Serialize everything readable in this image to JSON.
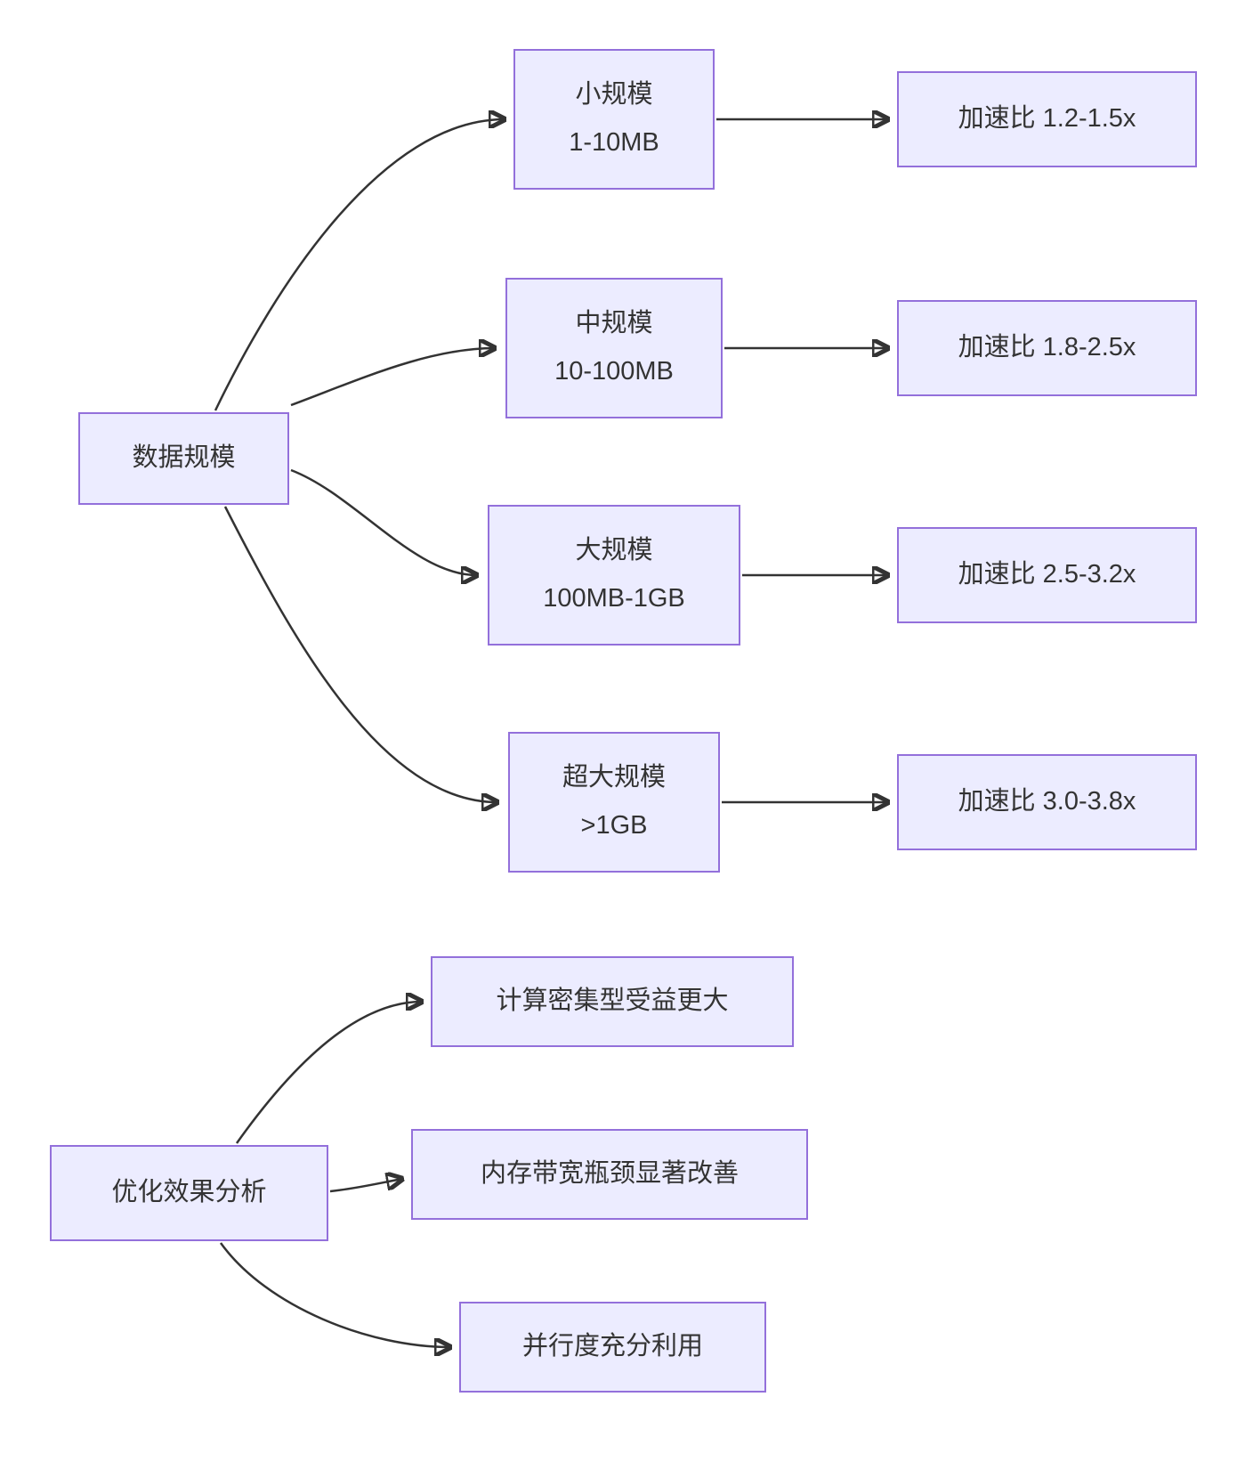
{
  "style": {
    "node_fill": "#ECECFF",
    "node_border": "#9370DB",
    "edge_color": "#333333",
    "text_color": "#333333",
    "background": "#ffffff"
  },
  "diagram": {
    "flow1": {
      "root": "数据规模",
      "nodes": {
        "small": {
          "line1": "小规模",
          "line2": "1-10MB",
          "result": "加速比 1.2-1.5x"
        },
        "medium": {
          "line1": "中规模",
          "line2": "10-100MB",
          "result": "加速比 1.8-2.5x"
        },
        "large": {
          "line1": "大规模",
          "line2": "100MB-1GB",
          "result": "加速比 2.5-3.2x"
        },
        "xlarge": {
          "line1": "超大规模",
          "line2": ">1GB",
          "result": "加速比 3.0-3.8x"
        }
      }
    },
    "flow2": {
      "root": "优化效果分析",
      "items": [
        "计算密集型受益更大",
        "内存带宽瓶颈显著改善",
        "并行度充分利用"
      ]
    }
  }
}
